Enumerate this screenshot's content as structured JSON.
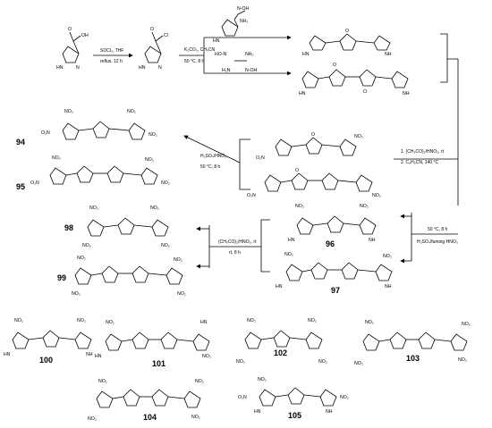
{
  "scheme": {
    "atoms": {
      "N": "N",
      "NH": "NH",
      "HN": "HN",
      "O": "O",
      "OH": "OH",
      "NO2": "NO₂",
      "O2N": "O₂N",
      "NH2": "NH₂",
      "H2N": "H₂N",
      "N_OH": "N-OH",
      "HO_N": "HO-N",
      "Cl": "Cl"
    },
    "conditions": {
      "step1_top": "SOCl₂, THF",
      "step1_bottom": "reflux, 12 h",
      "step2_top": "K₂CO₃, CH₃CN",
      "step2_bottom": "50 °C, 8 h",
      "step3_a": "1. (CH₃CO)₂/HNO₃, rt",
      "step3_b": "2. C₆H₅CN, 140 °C",
      "step4_top": "H₂SO₄/HNO₃",
      "step4_bottom": "50 °C, 8 h",
      "step5_top": "50 °C, 8 h",
      "step5_bottom": "H₂SO₄/fuming HNO₃",
      "step6_top": "(CH₃CO)₂/HNO₃, rt",
      "step6_bottom": "rt, 8 h"
    },
    "compounds": {
      "c94": "94",
      "c95": "95",
      "c96": "96",
      "c97": "97",
      "c98": "98",
      "c99": "99",
      "c100": "100",
      "c101": "101",
      "c102": "102",
      "c103": "103",
      "c104": "104",
      "c105": "105"
    }
  }
}
